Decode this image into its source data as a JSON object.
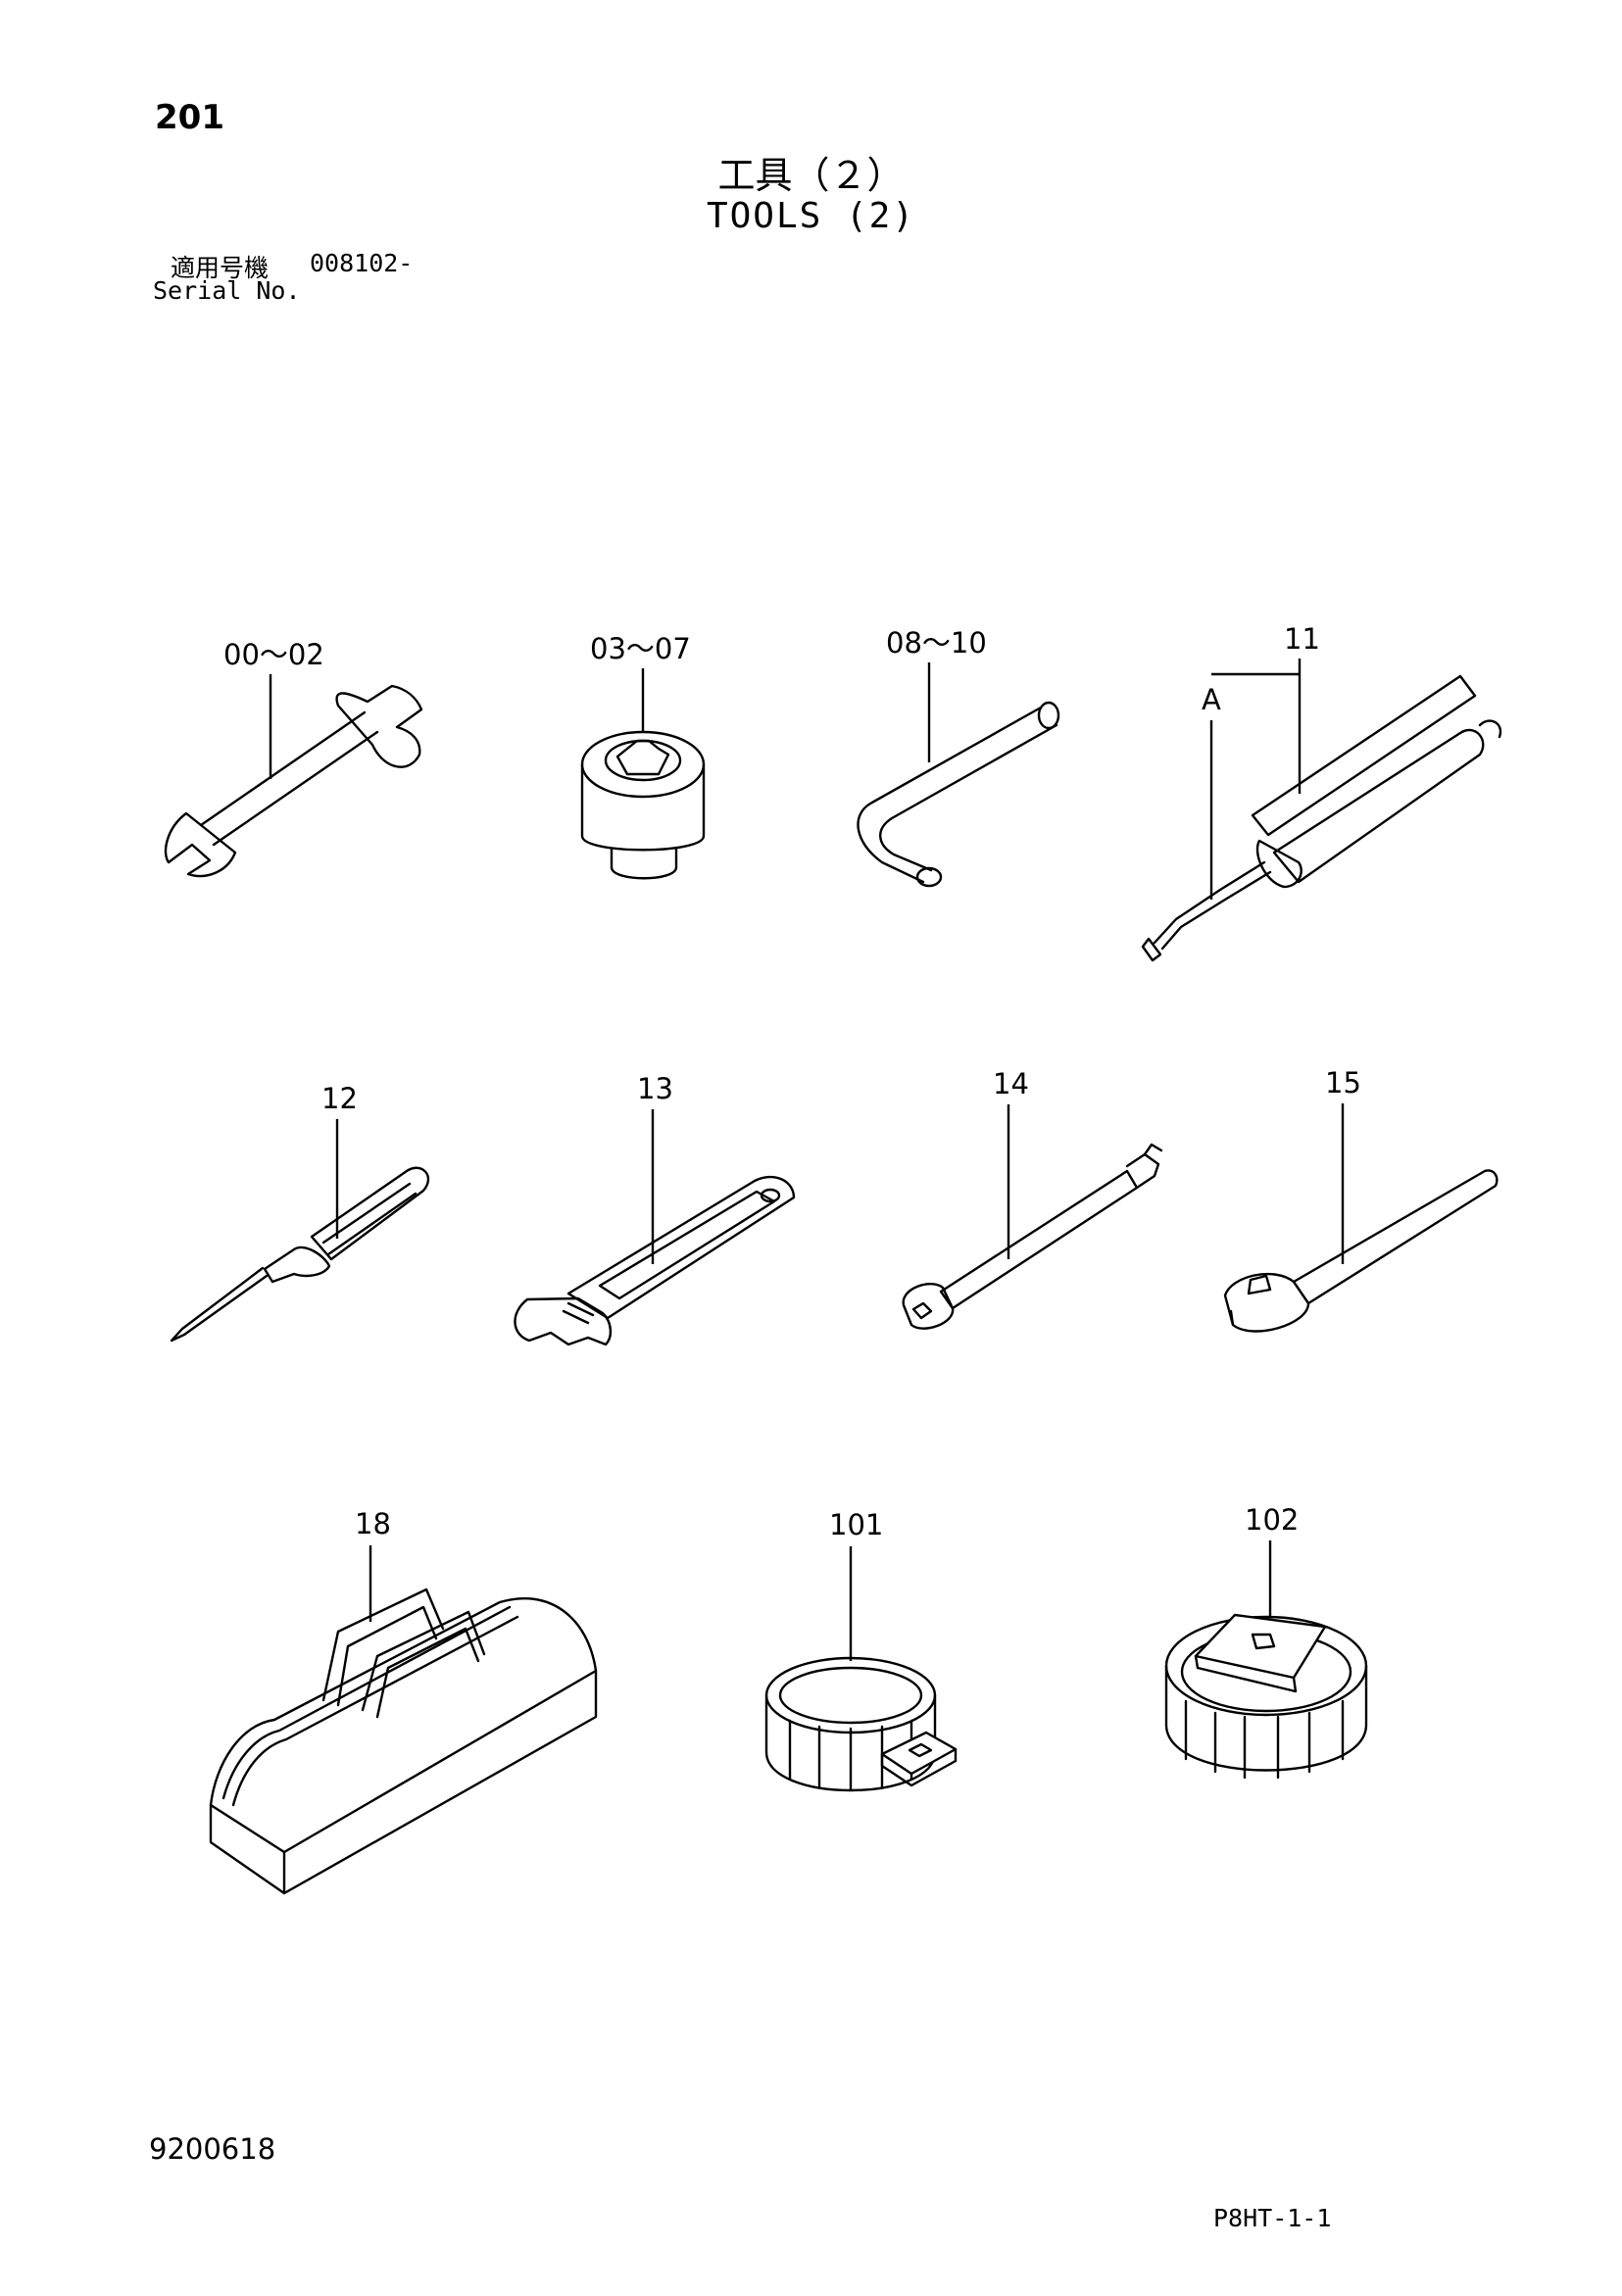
{
  "header": {
    "page_number": "201",
    "title_jp": "工具（２）",
    "title_en": "TOOLS (2)",
    "serial_label_jp": "適用号機",
    "serial_range": "008102-",
    "serial_label_en": "Serial No."
  },
  "callouts": {
    "wrench": "00～02",
    "socket": "03～07",
    "hex_key": "08～10",
    "grease_gun": "11",
    "grease_gun_hose": "A",
    "screwdriver": "12",
    "adjustable_wrench": "13",
    "extension_bar": "14",
    "ratchet_handle": "15",
    "tool_bag": "18",
    "filter_wrench_band": "101",
    "filter_wrench_cap": "102"
  },
  "footer": {
    "drawing_number": "9200618",
    "page_code": "P8HT-1-1"
  }
}
